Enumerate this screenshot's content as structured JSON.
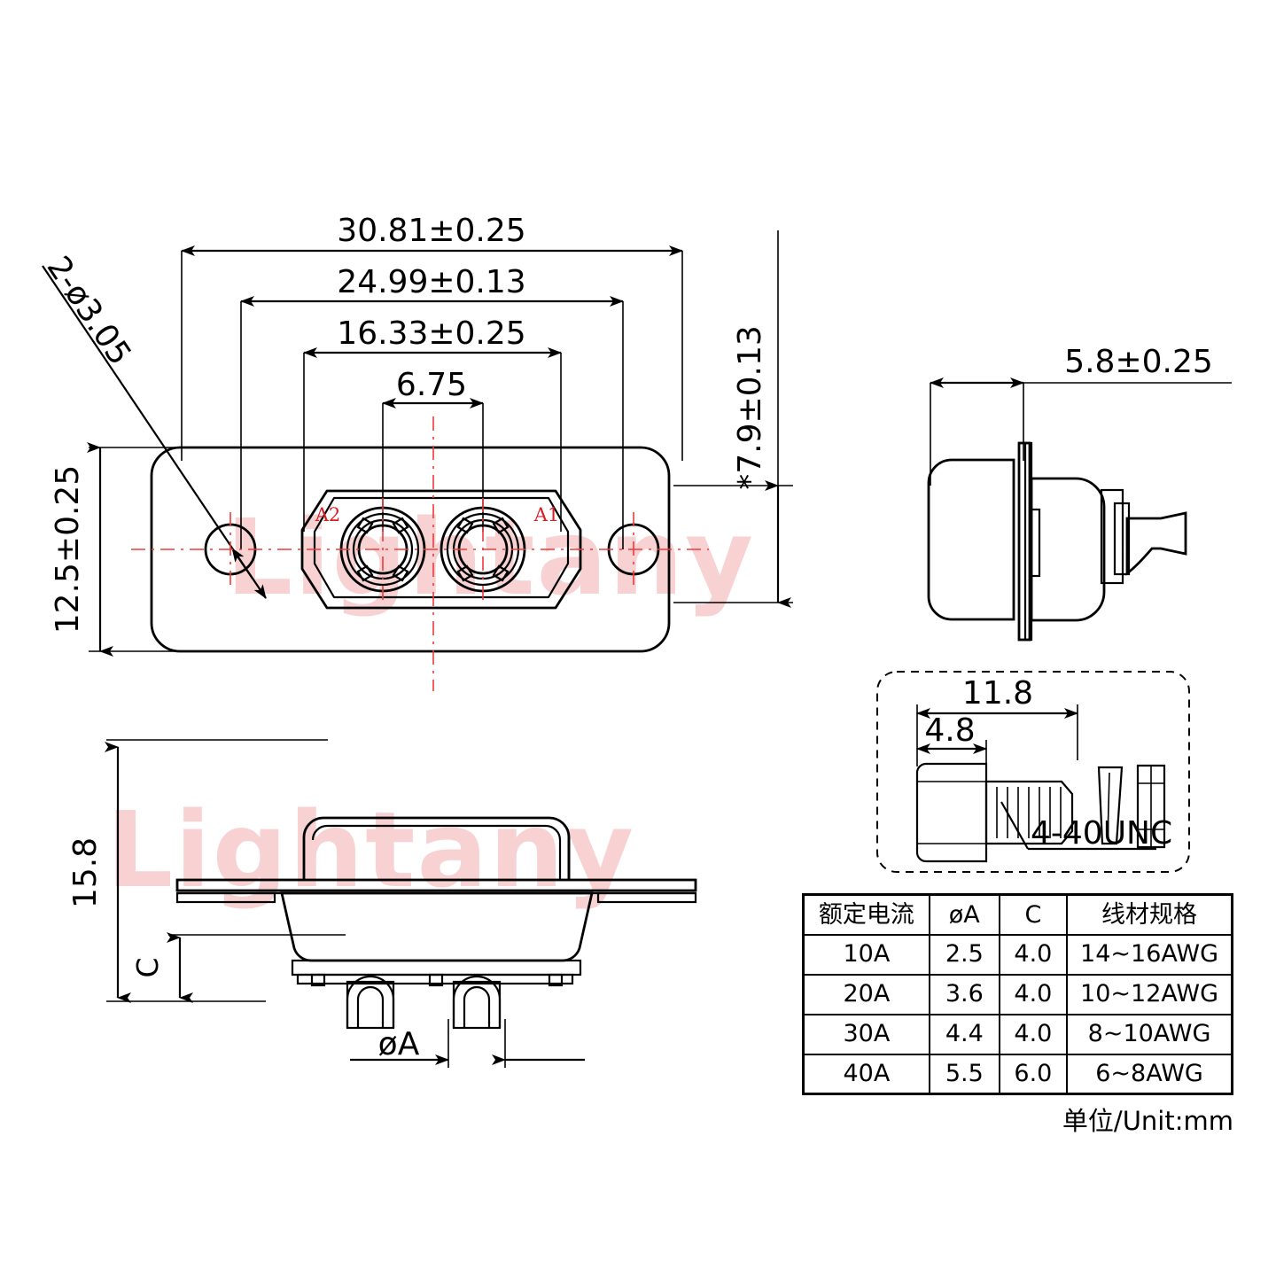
{
  "drawing": {
    "title": "D-SUB 2W2 power connector outline drawing",
    "unit_note": "单位/Unit:mm",
    "watermark": "Lightany",
    "accent_red": "#d81f26",
    "centerline_red": "#ef3b3b",
    "watermark_color": "#f7c9cb"
  },
  "front_view": {
    "dim_overall_width": "30.81±0.25",
    "dim_mount_hole_pitch": "24.99±0.13",
    "dim_shell_width": "16.33±0.25",
    "dim_contact_pitch": "6.75",
    "dim_plate_height": "12.5±0.25",
    "dim_shell_height": "*7.9±0.13",
    "hole_callout": "2-ø3.05",
    "contact_labels": [
      "A2",
      "A1"
    ]
  },
  "side_view": {
    "dim_depth": "5.8±0.25"
  },
  "bottom_view": {
    "dim_height": "15.8",
    "dim_c": "C",
    "dim_dia_a": "øA"
  },
  "screw_detail": {
    "dim_total_length": "11.8",
    "dim_head_length": "4.8",
    "thread_callout": "4-40UNC"
  },
  "spec_table": {
    "headers": [
      "额定电流",
      "øA",
      "C",
      "线材规格"
    ],
    "rows": [
      [
        "10A",
        "2.5",
        "4.0",
        "14~16AWG"
      ],
      [
        "20A",
        "3.6",
        "4.0",
        "10~12AWG"
      ],
      [
        "30A",
        "4.4",
        "4.0",
        "8~10AWG"
      ],
      [
        "40A",
        "5.5",
        "6.0",
        "6~8AWG"
      ]
    ]
  }
}
